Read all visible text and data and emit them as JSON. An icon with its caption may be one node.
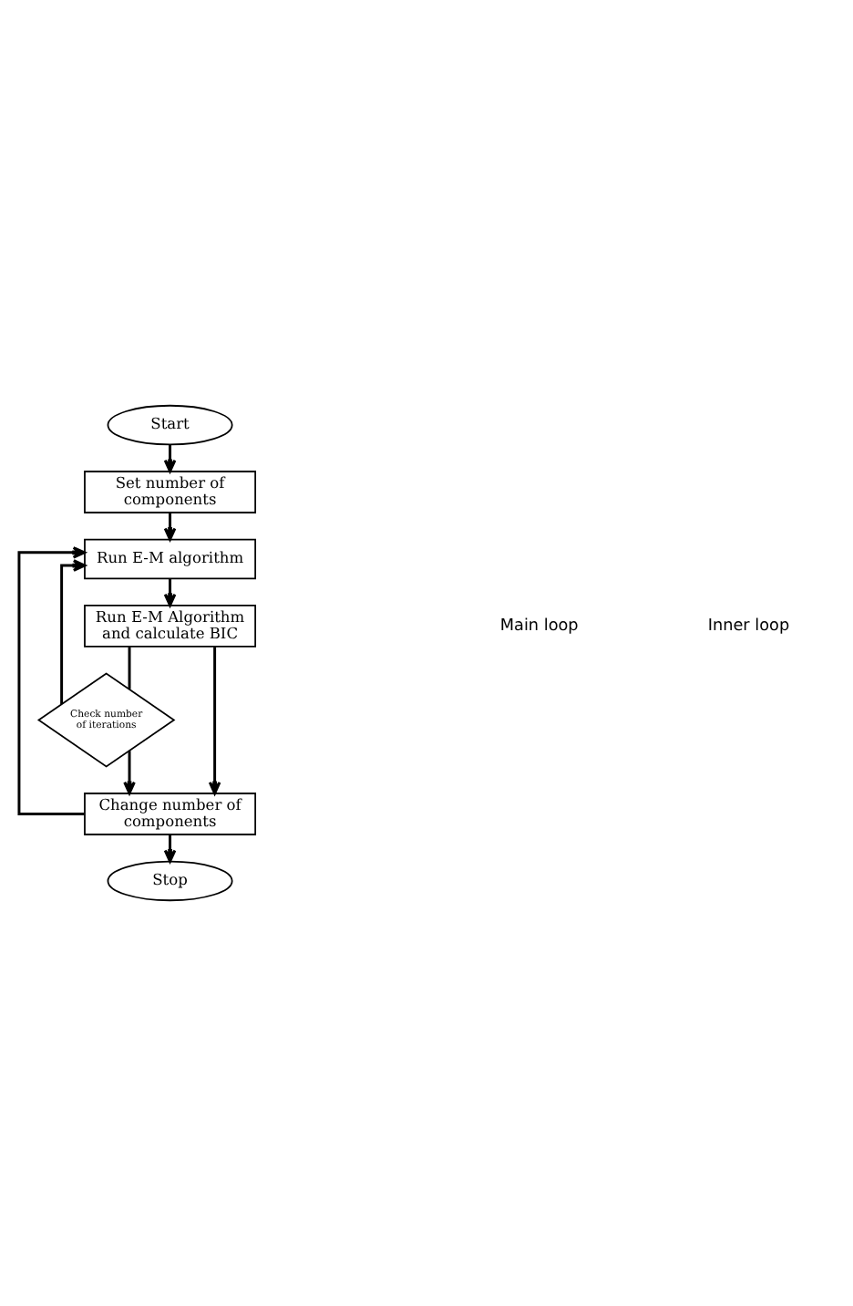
{
  "diagram": {
    "nodes": [
      {
        "text": [
          "Start"
        ]
      },
      {
        "text": [
          "Set number of components"
        ]
      },
      {
        "text": [
          "Run E-M algorithm"
        ]
      },
      {
        "text": [
          "Run E-M Algorithm and calculate BIC"
        ]
      },
      {
        "text": [
          "Check number of iterations"
        ]
      },
      {
        "text": [
          "Change number of components"
        ]
      },
      {
        "text": [
          "Stop"
        ]
      }
    ],
    "edges": [
      {
        "from": 0,
        "to": 1,
        "arrow": "to"
      },
      {
        "from": 1,
        "to": 2,
        "arrow": "to"
      },
      {
        "from": 2,
        "to": 3,
        "arrow": "to"
      },
      {
        "from": 3,
        "to": 5,
        "arrow": "to"
      },
      {
        "from": 3,
        "to": 4,
        "arrow": "none"
      },
      {
        "from": 4,
        "to": 2,
        "arrow": "to"
      },
      {
        "from": 4,
        "to": 5,
        "arrow": "to"
      },
      {
        "from": 5,
        "to": 2,
        "arrow": "to"
      },
      {
        "from": 5,
        "to": 6,
        "arrow": "to"
      }
    ],
    "labels": [
      "Main loop",
      "Inner loop"
    ]
  }
}
